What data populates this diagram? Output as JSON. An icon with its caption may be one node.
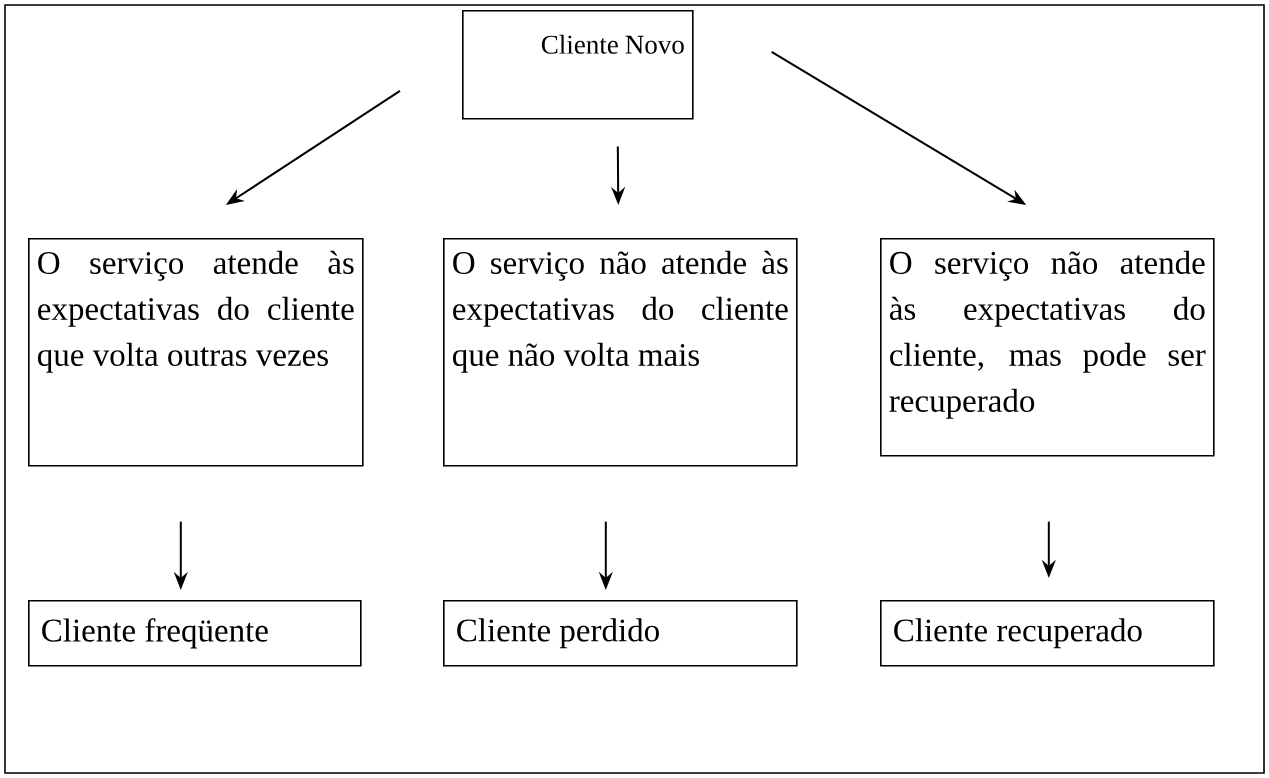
{
  "diagram": {
    "nodes": [
      {
        "text": [
          "Cliente Novo"
        ]
      },
      {
        "text": [
          "O serviço atende às expectativas do cliente que volta outras vezes"
        ]
      },
      {
        "text": [
          "O serviço não atende às expectativas do cliente que não volta mais"
        ]
      },
      {
        "text": [
          "O serviço não atende às expectativas do cliente, mas pode ser recuperado"
        ]
      },
      {
        "text": [
          "Cliente freqüente"
        ]
      },
      {
        "text": [
          "Cliente perdido"
        ]
      },
      {
        "text": [
          "Cliente recuperado"
        ]
      }
    ],
    "edges": [
      {
        "from": 0,
        "to": 1,
        "arrow": "to"
      },
      {
        "from": 0,
        "to": 2,
        "arrow": "to"
      },
      {
        "from": 0,
        "to": 3,
        "arrow": "to"
      },
      {
        "from": 1,
        "to": 4,
        "arrow": "to"
      },
      {
        "from": 2,
        "to": 5,
        "arrow": "to"
      },
      {
        "from": 3,
        "to": 6,
        "arrow": "to"
      }
    ]
  }
}
